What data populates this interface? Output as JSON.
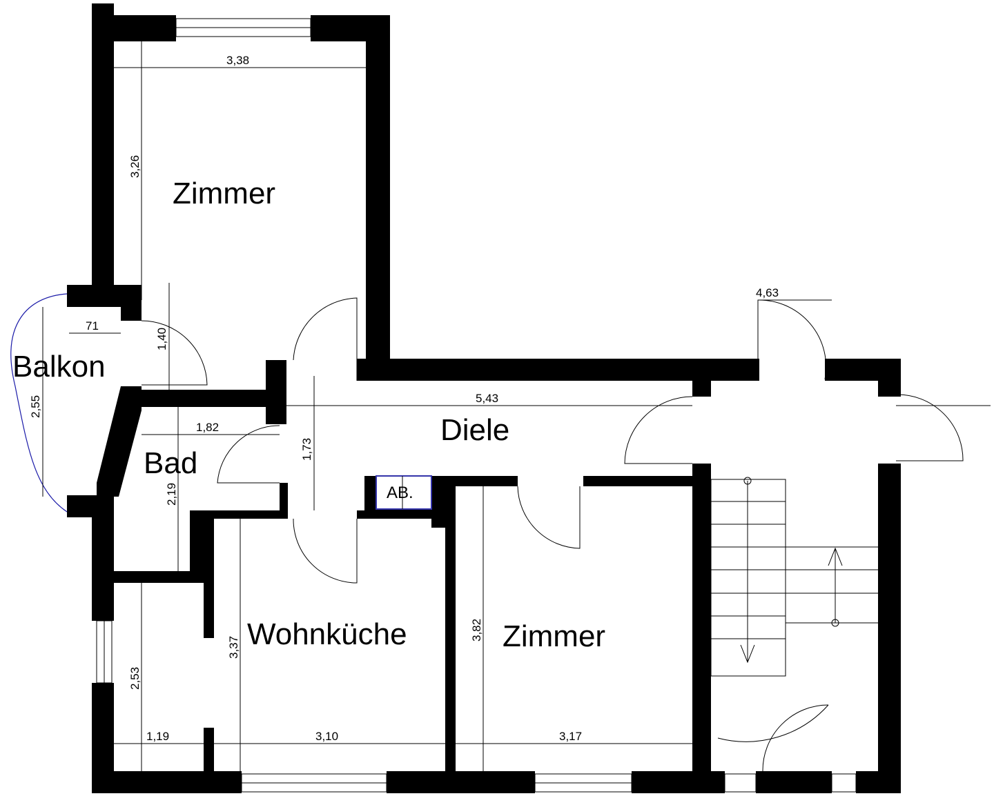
{
  "rooms": {
    "zimmer_top": "Zimmer",
    "balkon": "Balkon",
    "bad": "Bad",
    "diele": "Diele",
    "wohnkueche": "Wohnküche",
    "zimmer_bottom": "Zimmer",
    "abstellraum": "AB."
  },
  "dimensions": {
    "zimmer_top_width": "3,38",
    "zimmer_top_depth": "3,26",
    "balkon_door": "71",
    "balkon_wall": "1,40",
    "balkon_depth": "2,55",
    "bad_width": "1,82",
    "bad_depth": "2,19",
    "diele_depth": "1,73",
    "diele_length": "5,43",
    "stair_width": "4,63",
    "small_room_depth": "2,53",
    "small_room_width": "1,19",
    "wohnkueche_width": "3,10",
    "wohnkueche_depth": "3,37",
    "zimmer_bottom_width": "3,17",
    "zimmer_bottom_depth": "3,82"
  },
  "colors": {
    "wall": "#000000",
    "balkon_outline": "#1a1aa8"
  }
}
